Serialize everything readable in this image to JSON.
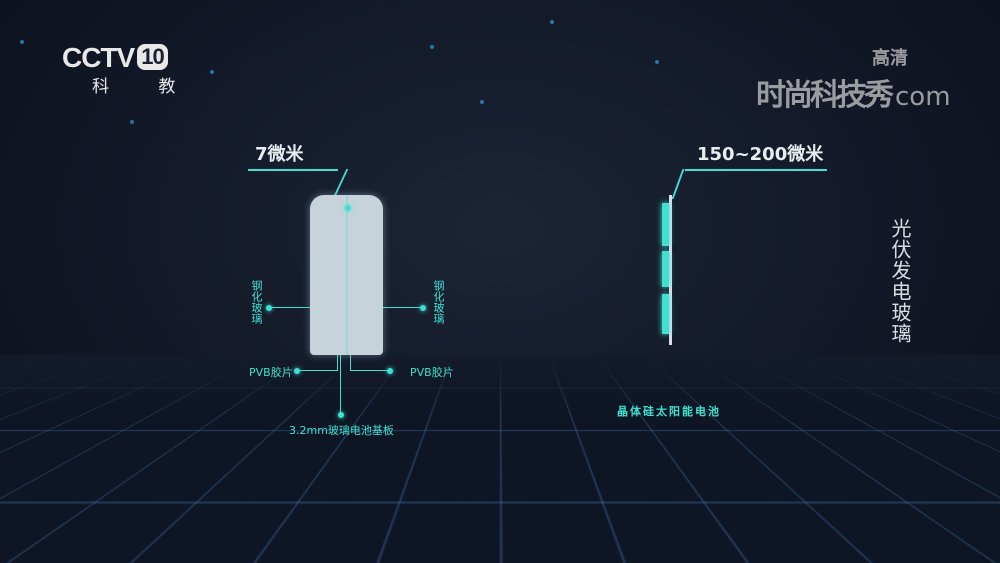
{
  "channel_logo": {
    "brand": "CCTV",
    "number": "10",
    "name": "科 教"
  },
  "watermark": {
    "text": "时尚科技秀",
    "domain": "com",
    "hd": "高清"
  },
  "diagram": {
    "left_thickness": "7微米",
    "right_thickness": "150~200微米",
    "tempered_glass_left": "钢化玻璃",
    "tempered_glass_right": "钢化玻璃",
    "pvb_left": "PVB胶片",
    "pvb_right": "PVB胶片",
    "substrate": "3.2mm玻璃电池基板",
    "silicon_cell": "晶体硅太阳能电池",
    "side_title": "光伏发电玻璃"
  },
  "subtitle": "吸光层厚度的近百倍",
  "colors": {
    "accent": "#3fe0d0",
    "background": "#121827"
  }
}
